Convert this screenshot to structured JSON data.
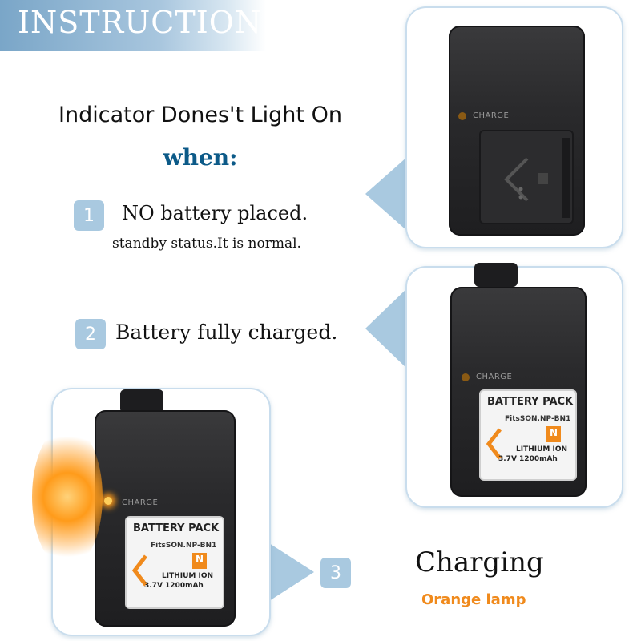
{
  "banner": {
    "title": "INSTRUCTIONS"
  },
  "heading": {
    "line1": "Indicator Dones't Light On",
    "line2": "when:"
  },
  "steps": [
    {
      "number": "1",
      "label": "NO battery placed.",
      "note": "standby status.It is normal."
    },
    {
      "number": "2",
      "label": "Battery fully charged."
    },
    {
      "number": "3",
      "label": "Charging",
      "note": "Orange lamp"
    }
  ],
  "charger": {
    "led_label": "CHARGE"
  },
  "battery": {
    "title": "BATTERY PACK",
    "model": "FitsSON.NP-BN1",
    "badge": "N",
    "chem": "LITHIUM ION",
    "spec": "3.7V  1200mAh"
  },
  "colors": {
    "accent": "#a9c9e0",
    "heading_blue": "#0c5a88",
    "orange": "#f08a1c"
  }
}
